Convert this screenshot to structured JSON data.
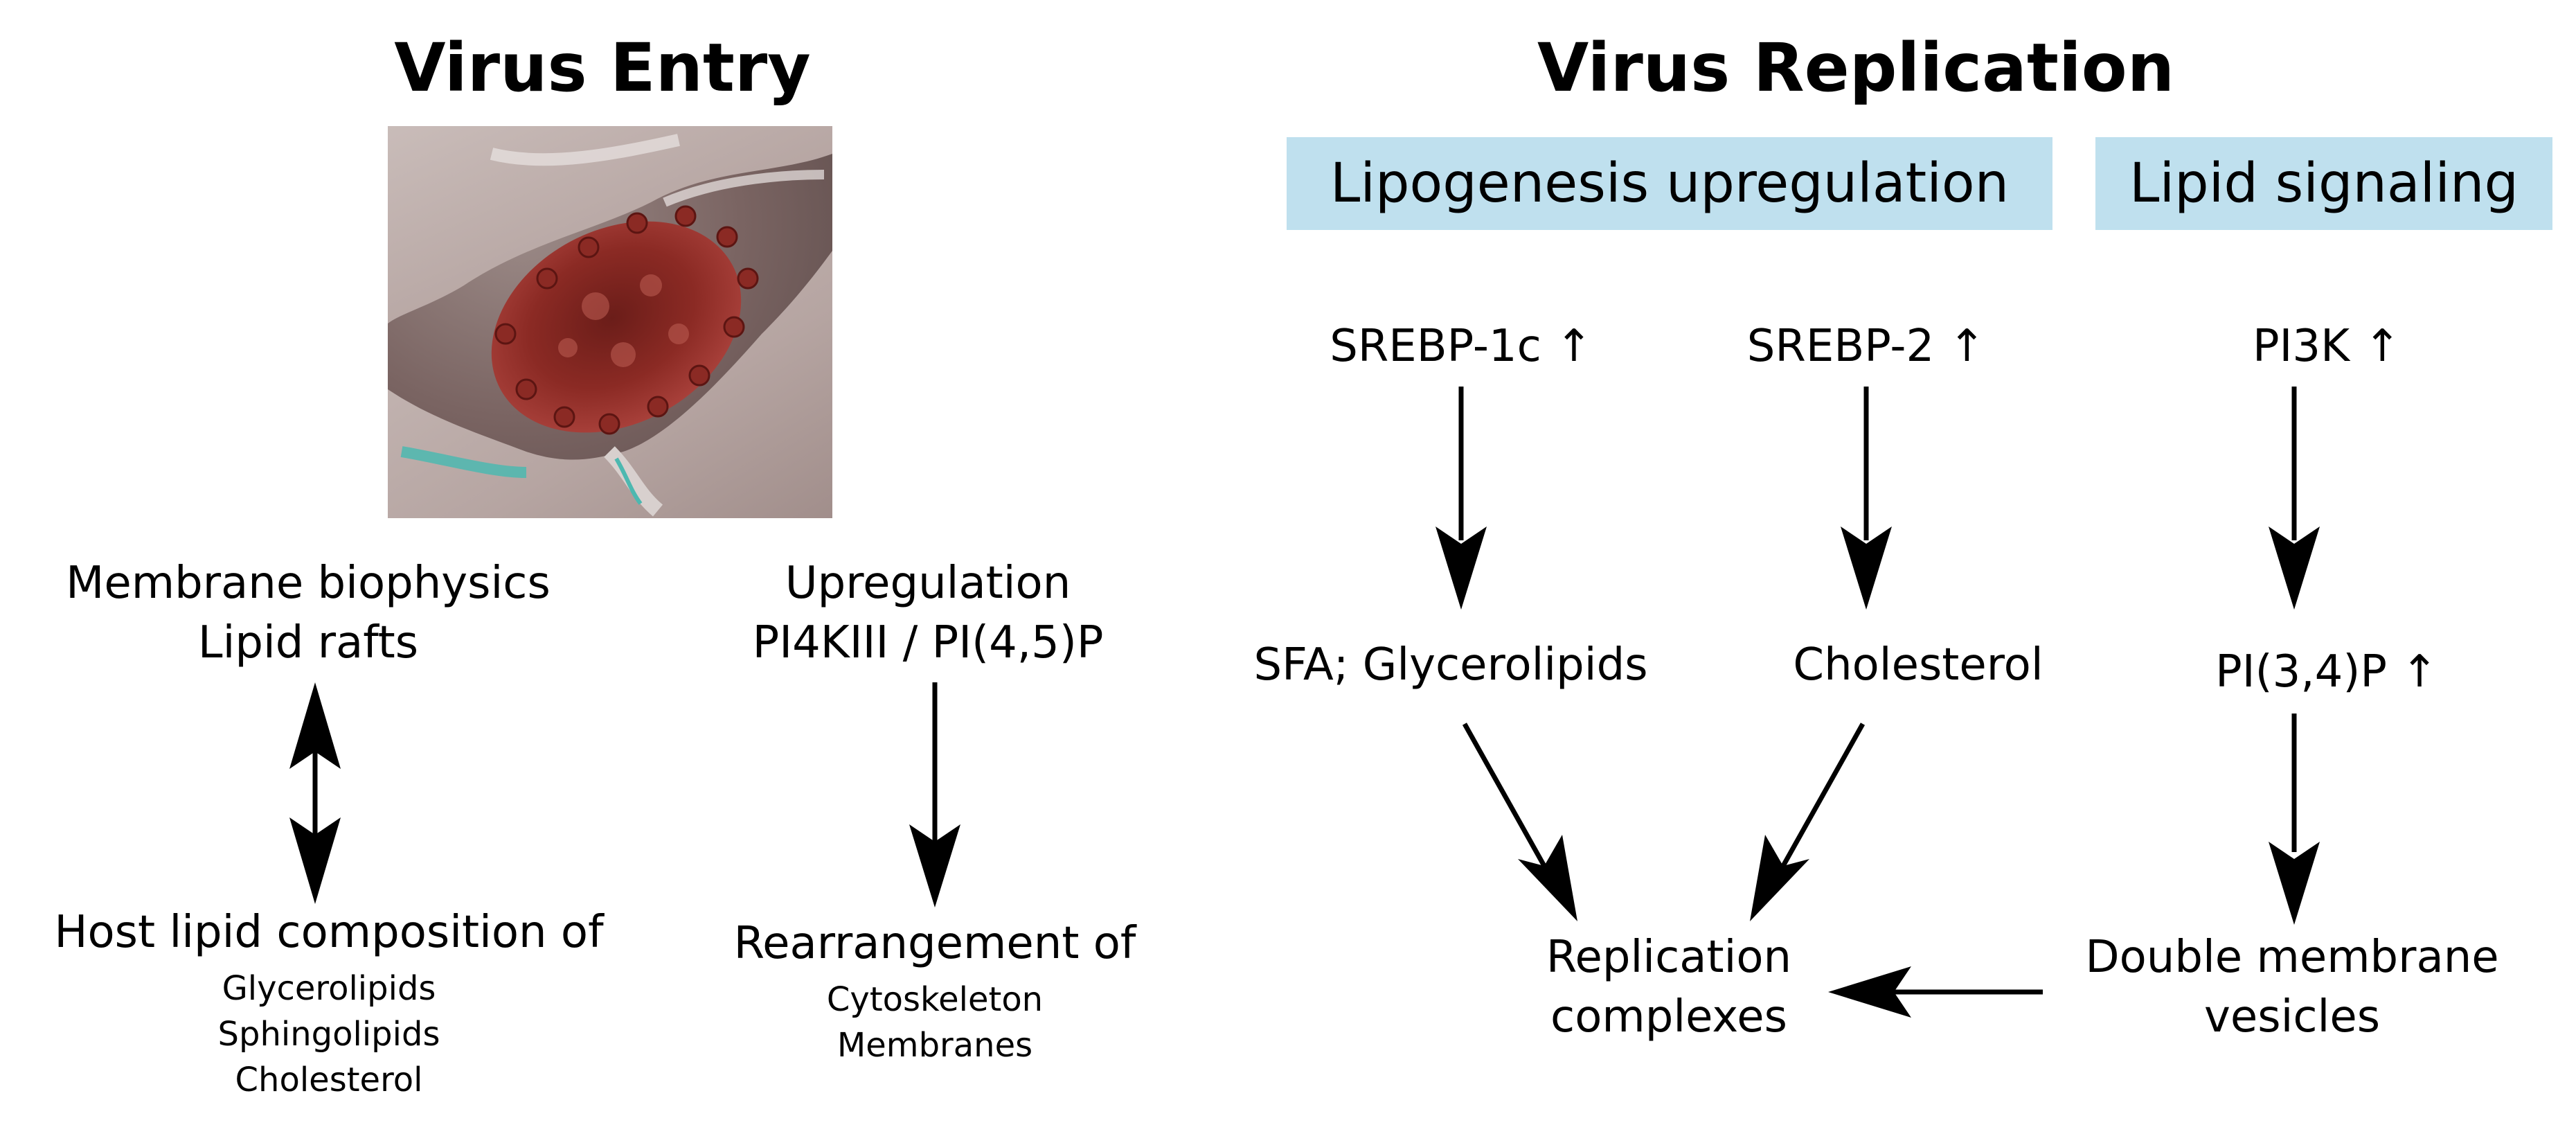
{
  "entry": {
    "title": "Virus Entry",
    "left_top": [
      "Membrane biophysics",
      "Lipid rafts"
    ],
    "left_bottom_head": "Host lipid composition of",
    "left_bottom_items": [
      "Glycerolipids",
      "Sphingolipids",
      "Cholesterol"
    ],
    "right_top": [
      "Upregulation",
      "PI4KIII / PI(4,5)P"
    ],
    "right_bottom_head": "Rearrangement of",
    "right_bottom_items": [
      "Cytoskeleton",
      "Membranes"
    ]
  },
  "replication": {
    "title": "Virus Replication",
    "box_lipogenesis": "Lipogenesis upregulation",
    "box_signaling": "Lipid signaling",
    "srebp1c": "SREBP-1c ↑",
    "srebp2": "SREBP-2 ↑",
    "pi3k": "PI3K ↑",
    "sfa": "SFA; Glycerolipids",
    "cholesterol": "Cholesterol",
    "pi34p": "PI(3,4)P ↑",
    "replication_complexes": [
      "Replication",
      "complexes"
    ],
    "double_membrane": [
      "Double membrane",
      "vesicles"
    ]
  },
  "colors": {
    "box_fill": "#bfe0ee",
    "virus_red": "#8b2a24",
    "cell_gray": "#b7a7a4",
    "cyan_accent": "#4cb8b0"
  }
}
